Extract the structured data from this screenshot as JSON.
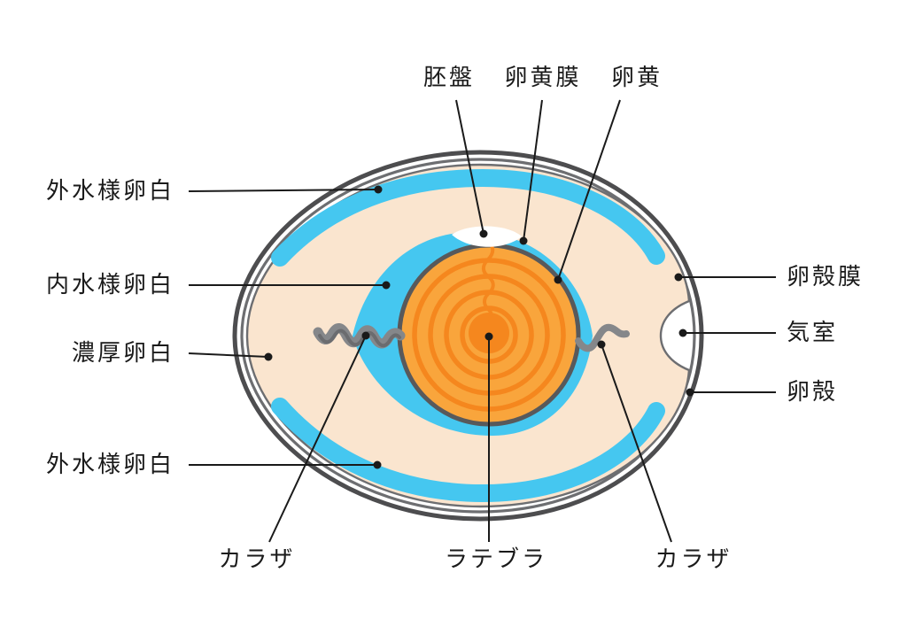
{
  "labels": [
    {
      "id": "germinal-disc",
      "text": "胚盤"
    },
    {
      "id": "vitelline-membrane",
      "text": "卵黄膜"
    },
    {
      "id": "yolk",
      "text": "卵黄"
    },
    {
      "id": "outer-thin-albumen-top",
      "text": "外水様卵白"
    },
    {
      "id": "inner-thin-albumen",
      "text": "内水様卵白"
    },
    {
      "id": "thick-albumen",
      "text": "濃厚卵白"
    },
    {
      "id": "outer-thin-albumen-bottom",
      "text": "外水様卵白"
    },
    {
      "id": "shell-membrane",
      "text": "卵殻膜"
    },
    {
      "id": "air-cell",
      "text": "気室"
    },
    {
      "id": "shell",
      "text": "卵殻"
    },
    {
      "id": "chalaza-left",
      "text": "カラザ"
    },
    {
      "id": "latebra",
      "text": "ラテブラ"
    },
    {
      "id": "chalaza-right",
      "text": "カラザ"
    }
  ],
  "colors": {
    "background": "#FFFFFF",
    "albumen_blue": "#45C7F0",
    "thick_albumen_peach": "#FAE5CF",
    "yolk_orange": "#F9A53C",
    "yolk_ring_orange": "#F5871E",
    "shell_gray": "#4D4D4F",
    "membrane_gray": "#6D6E71",
    "yolk_outline_gray": "#58595B",
    "chalaza_gray": "#85878A",
    "chalaza_dark_gray": "#6B6C6F",
    "leader_black": "#1A1A1A"
  }
}
